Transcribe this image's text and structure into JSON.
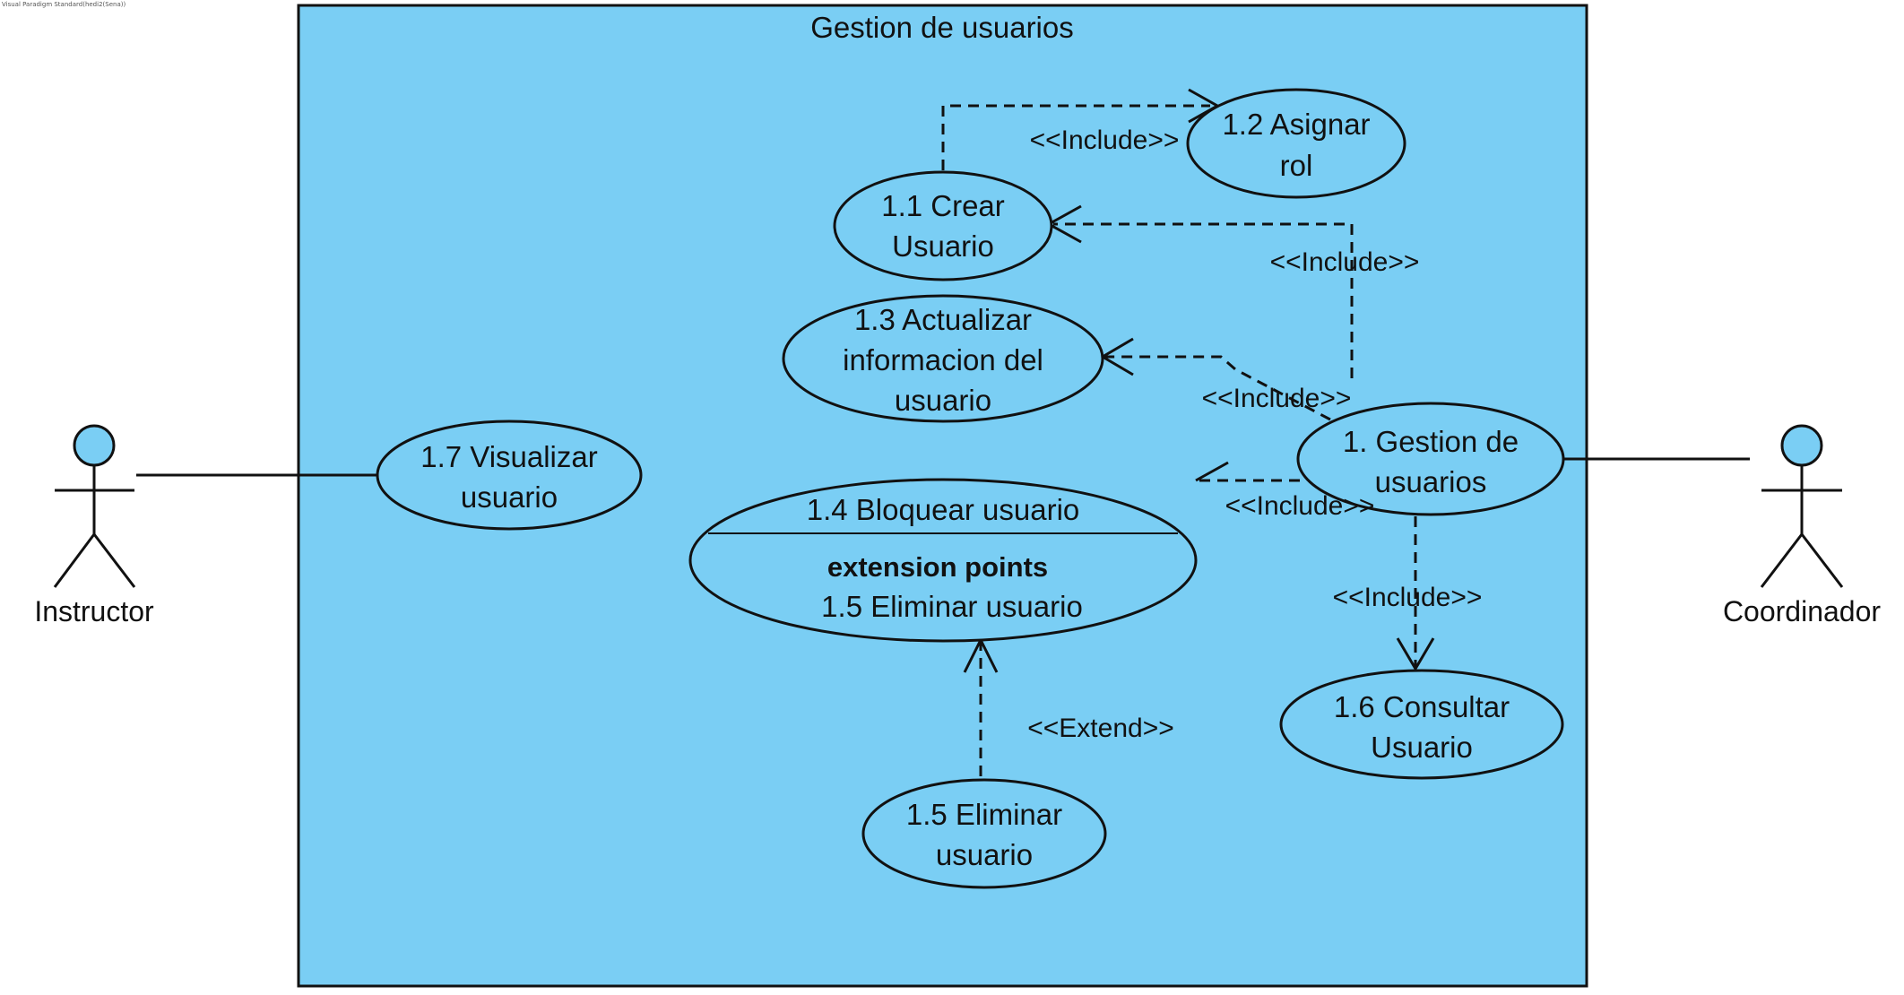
{
  "watermark": "Visual Paradigm Standard(hedi2(Sena))",
  "system": {
    "title": "Gestion de usuarios"
  },
  "colors": {
    "fill": "#7ACEF4",
    "stroke": "#111111"
  },
  "actors": {
    "instructor": "Instructor",
    "coordinador": "Coordinador"
  },
  "use_cases": {
    "uc_1_1": [
      "1.1 Crear",
      "Usuario"
    ],
    "uc_1_2": [
      "1.2 Asignar",
      "rol"
    ],
    "uc_1_3": [
      "1.3 Actualizar",
      "informacion del",
      "usuario"
    ],
    "uc_1_4": {
      "name": "1.4 Bloquear usuario",
      "ext_heading": "extension points",
      "ext_point": "1.5 Eliminar usuario"
    },
    "uc_1_5": [
      "1.5 Eliminar",
      "usuario"
    ],
    "uc_1_6": [
      "1.6 Consultar",
      "Usuario"
    ],
    "uc_1_7": [
      "1.7 Visualizar",
      "usuario"
    ],
    "uc_main": [
      "1. Gestion de",
      "usuarios"
    ]
  },
  "relations": {
    "include_1": "<<Include>>",
    "include_2": "<<Include>>",
    "include_3": "<<Include>>",
    "include_4": "<<Include>>",
    "include_5": "<<Include>>",
    "extend_1": "<<Extend>>"
  }
}
